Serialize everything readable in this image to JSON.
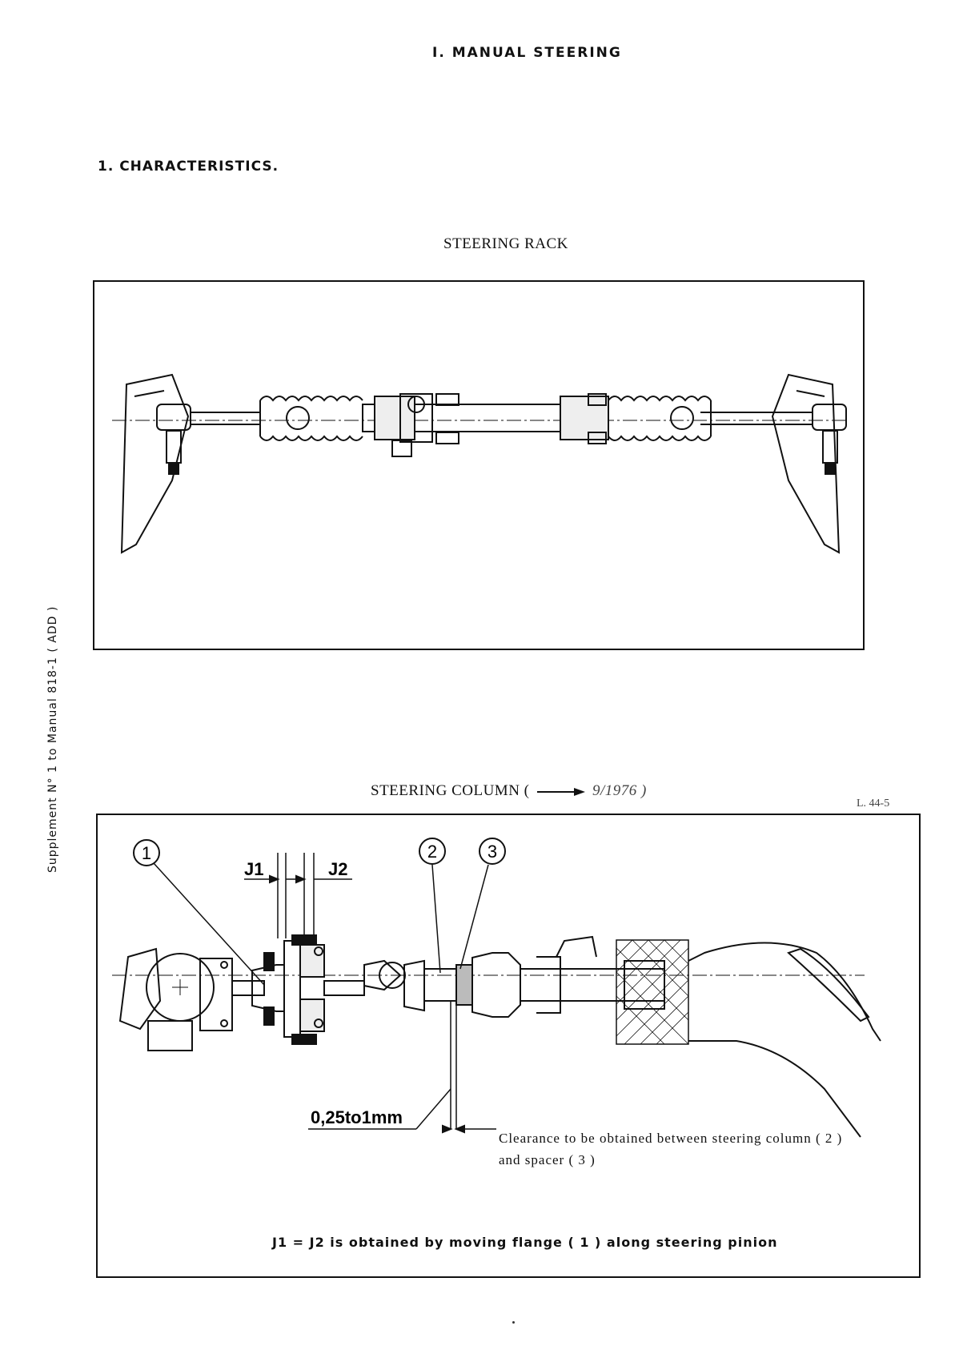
{
  "header": {
    "title": "I. MANUAL STEERING"
  },
  "section": {
    "title": "1. CHARACTERISTICS."
  },
  "rack": {
    "caption": "STEERING RACK"
  },
  "column": {
    "caption_prefix": "STEERING COLUMN (",
    "caption_date": "9/1976 )",
    "ref_code": "L. 44-5",
    "callouts": [
      "1",
      "2",
      "3"
    ],
    "gap_labels": {
      "j1": "J1",
      "j2": "J2"
    },
    "clearance_value": "0,25to1mm",
    "clearance_text_line1": "Clearance to be obtained between steering column ( 2 )",
    "clearance_text_line2": "and spacer ( 3 )",
    "note": "J1 = J2 is obtained by moving flange ( 1 ) along steering pinion"
  },
  "side_note": "Supplement N° 1 to Manual 818-1 ( ADD )"
}
